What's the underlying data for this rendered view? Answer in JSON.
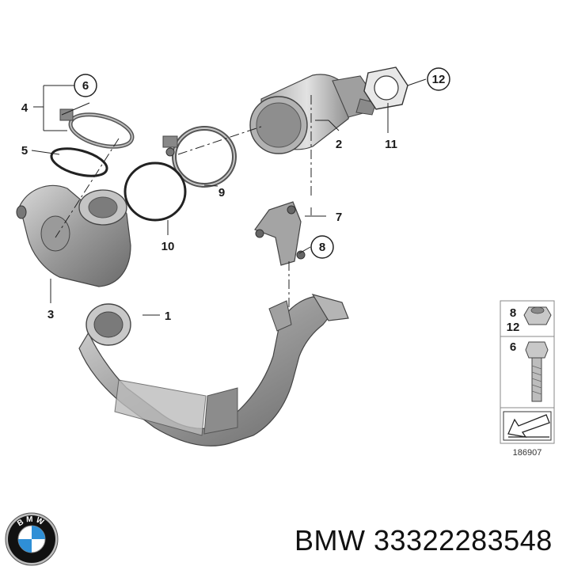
{
  "diagram": {
    "callouts": {
      "c1": "1",
      "c2": "2",
      "c3": "3",
      "c4": "4",
      "c5": "5",
      "c6": "6",
      "c7": "7",
      "c8": "8",
      "c9": "9",
      "c10": "10",
      "c11": "11",
      "c12": "12"
    },
    "legend": {
      "nut_numbers_top": "8",
      "nut_numbers_bottom": "12",
      "bolt_number": "6"
    },
    "ref_code": "186907"
  },
  "branding": {
    "logo_text": "BMW",
    "brand": "BMW",
    "part_number": "33322283548",
    "colors": {
      "logo_blue": "#2f8fd6",
      "logo_black": "#111111"
    }
  }
}
